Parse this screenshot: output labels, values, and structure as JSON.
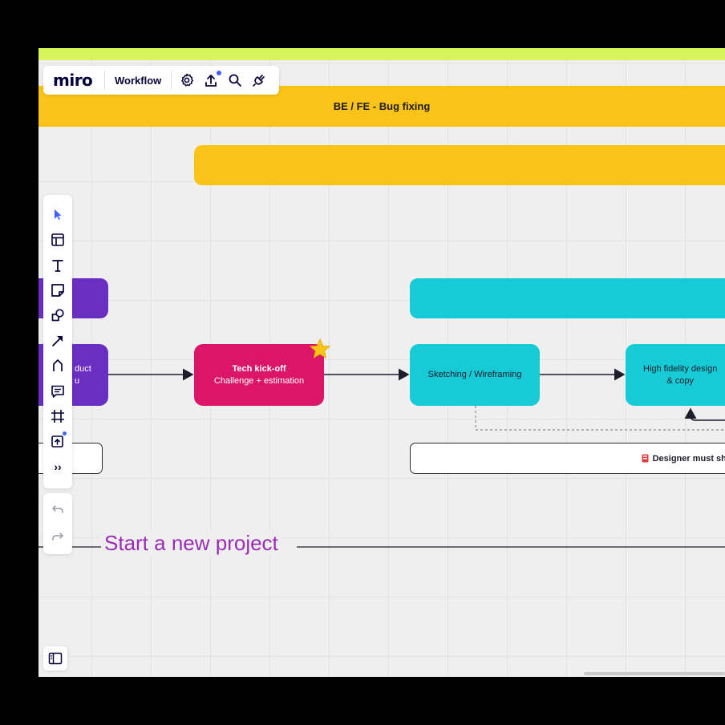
{
  "app": {
    "logo": "miro",
    "board_name": "Workflow"
  },
  "topbar_icons": [
    "settings-icon",
    "upload-icon",
    "search-icon",
    "plugin-icon"
  ],
  "toolbar": {
    "tools": [
      "select-icon",
      "templates-icon",
      "text-icon",
      "sticky-note-icon",
      "shapes-icon",
      "arrow-icon",
      "pen-icon",
      "comment-icon",
      "frame-icon",
      "upload-icon",
      "more-icon"
    ],
    "undo": "undo-icon",
    "redo": "redo-icon",
    "panel": "panel-toggle-icon"
  },
  "board": {
    "lane_title": "BE / FE - Bug fixing",
    "nodes": {
      "product_partial": "k      duct\n   u",
      "tech_kickoff_title": "Tech kick-off",
      "tech_kickoff_sub": "Challenge + estimation",
      "sketching": "Sketching / Wireframing",
      "high_fidelity": "High fidelity design\n& copy"
    },
    "designer_note": "Designer must sha",
    "start_label": "Start a new project"
  },
  "colors": {
    "yellow": "#f9c417",
    "purple": "#6a2fc2",
    "magenta": "#db1668",
    "cyan": "#17cbd6",
    "accent_green": "#d7f45a",
    "start_text": "#9b2db5"
  }
}
